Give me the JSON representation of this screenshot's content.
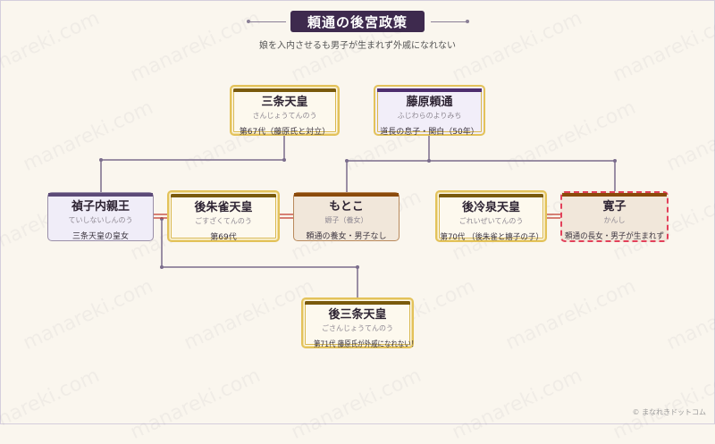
{
  "title": "頼通の後宮政策",
  "subtitle": "娘を入内させるも男子が生まれず外戚になれない",
  "nodes": {
    "sanjo": {
      "name": "三条天皇",
      "kana": "さんじょうてんのう",
      "desc": "第67代（藤原氏と対立）"
    },
    "yorimichi": {
      "name": "藤原頼通",
      "kana": "ふじわらのよりみち",
      "desc": "道長の息子・関白（50年）"
    },
    "teishi": {
      "name": "禎子内親王",
      "kana": "ていしないしんのう",
      "desc": "三条天皇の皇女"
    },
    "gosuzaku": {
      "name": "後朱雀天皇",
      "kana": "ごすざくてんのう",
      "desc": "第69代"
    },
    "motoko": {
      "name": "もとこ",
      "kana": "嫄子（養女）",
      "desc": "頼通の養女・男子なし"
    },
    "goreizei": {
      "name": "後冷泉天皇",
      "kana": "ごれいぜいてんのう",
      "desc": "第70代 （後朱雀と嬉子の子）"
    },
    "kanshi": {
      "name": "寛子",
      "kana": "かんし",
      "desc": "頼通の長女・男子が生まれず"
    },
    "gosanjo": {
      "name": "後三条天皇",
      "kana": "ごさんじょうてんのう",
      "desc": "第71代 藤原氏が外戚になれない！"
    }
  },
  "watermark": "manareki.com",
  "footer": "© まなれきドットコム",
  "colors": {
    "line": "#7a6c8c",
    "marriage": "#c0392b",
    "gold": "#e3c25a",
    "title_bg": "#3e2a4e"
  }
}
